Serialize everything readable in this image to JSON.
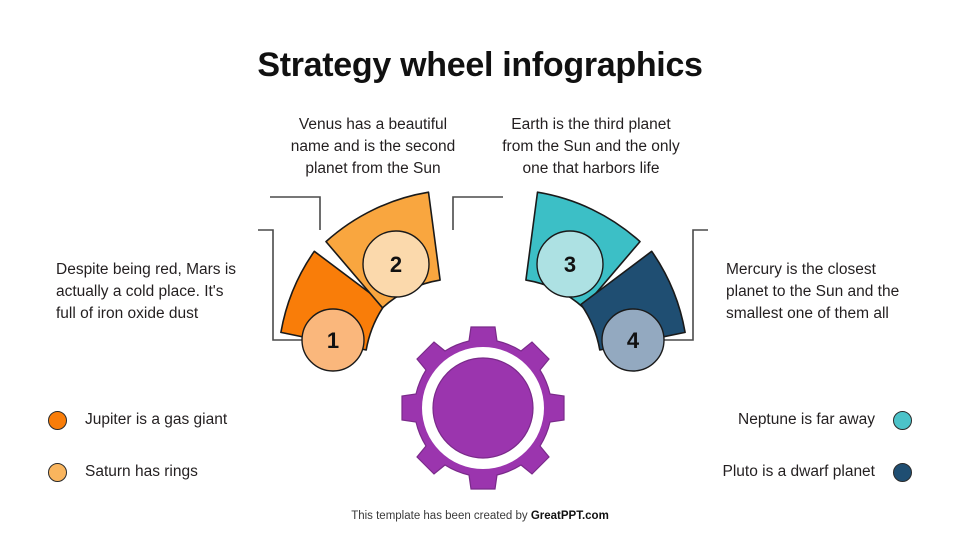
{
  "title": "Strategy wheel infographics",
  "descriptions": {
    "venus": "Venus has a beautiful name and is the second planet from the Sun",
    "earth": "Earth is the third planet from the Sun and the only one that harbors life",
    "mars": "Despite being red, Mars is actually a cold place. It's full of iron oxide dust",
    "mercury": "Mercury is the closest planet to the Sun and the smallest one of them all"
  },
  "segments": [
    {
      "number": "1",
      "color": "#F97D09",
      "circle_color": "#FAB77C",
      "name": "mars-segment"
    },
    {
      "number": "2",
      "color": "#F9A63F",
      "circle_color": "#FBD9AC",
      "name": "venus-segment"
    },
    {
      "number": "3",
      "color": "#3CBFC6",
      "circle_color": "#ADE1E3",
      "name": "earth-segment"
    },
    {
      "number": "4",
      "color": "#1F4E72",
      "circle_color": "#93A9C0",
      "name": "mercury-segment"
    }
  ],
  "center": {
    "icon": "gear-icon",
    "color": "#9B35AE"
  },
  "legend_left": [
    {
      "label": "Jupiter is a gas giant",
      "color": "#F97D09"
    },
    {
      "label": "Saturn has rings",
      "color": "#F9B55E"
    }
  ],
  "legend_right": [
    {
      "label": "Neptune is far away",
      "color": "#4CC3C9"
    },
    {
      "label": "Pluto is a dwarf planet",
      "color": "#1F4E72"
    }
  ],
  "footer": {
    "text": "This template has been created by ",
    "brand": "GreatPPT.com"
  }
}
